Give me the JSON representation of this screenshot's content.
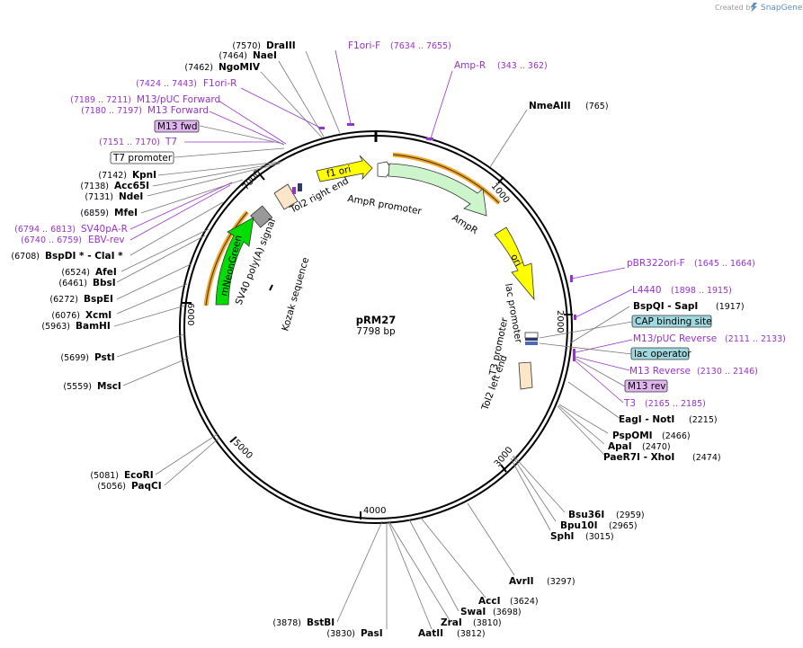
{
  "credit": {
    "text": "Created by",
    "brand": "SnapGene"
  },
  "plasmid": {
    "name": "pRM27",
    "length_label": "7798 bp",
    "length": 7798
  },
  "tick_labels": [
    "1000",
    "2000",
    "3000",
    "4000",
    "5000",
    "6000",
    "7000"
  ],
  "features": [
    {
      "label": "f1 ori",
      "color": "#ffff00"
    },
    {
      "label": "AmpR",
      "color": "#ccf5cc"
    },
    {
      "label": "AmpR promoter",
      "color": "#ffffff"
    },
    {
      "label": "ori",
      "color": "#ffff00"
    },
    {
      "label": "lac promoter",
      "color": "#ffffff"
    },
    {
      "label": "T3 promoter",
      "color": "#ffffff"
    },
    {
      "label": "Tol2 left end",
      "color": "#fde6c8"
    },
    {
      "label": "Tol2 right end",
      "color": "#fde6c8"
    },
    {
      "label": "SV40 poly(A) signal",
      "color": "#999999"
    },
    {
      "label": "mNeonGreen",
      "color": "#00dd00"
    },
    {
      "label": "Kozak sequence",
      "color": "#000000"
    }
  ],
  "enzymes": [
    {
      "pos": "(7570)",
      "name": "DraIII"
    },
    {
      "pos": "(7464)",
      "name": "NaeI"
    },
    {
      "pos": "(7462)",
      "name": "NgoMIV"
    },
    {
      "pos": "(7142)",
      "name": "KpnI"
    },
    {
      "pos": "(7138)",
      "name": "Acc65I"
    },
    {
      "pos": "(7131)",
      "name": "NdeI"
    },
    {
      "pos": "(6859)",
      "name": "MfeI"
    },
    {
      "pos": "(6708)",
      "name": "BspDI * - ClaI *"
    },
    {
      "pos": "(6524)",
      "name": "AfeI"
    },
    {
      "pos": "(6461)",
      "name": "BbsI"
    },
    {
      "pos": "(6272)",
      "name": "BspEI"
    },
    {
      "pos": "(6076)",
      "name": "XcmI"
    },
    {
      "pos": "(5963)",
      "name": "BamHI"
    },
    {
      "pos": "(5699)",
      "name": "PstI"
    },
    {
      "pos": "(5559)",
      "name": "MscI"
    },
    {
      "pos": "(5081)",
      "name": "EcoRI"
    },
    {
      "pos": "(5056)",
      "name": "PaqCI"
    },
    {
      "pos": "(3878)",
      "name": "BstBI"
    },
    {
      "pos": "(3830)",
      "name": "PasI"
    },
    {
      "pos": "(3812)",
      "name": "AatII"
    },
    {
      "pos": "(3810)",
      "name": "ZraI"
    },
    {
      "pos": "(3698)",
      "name": "SwaI"
    },
    {
      "pos": "(3624)",
      "name": "AccI"
    },
    {
      "pos": "(3297)",
      "name": "AvrII"
    },
    {
      "pos": "(3015)",
      "name": "SphI"
    },
    {
      "pos": "(2965)",
      "name": "Bpu10I"
    },
    {
      "pos": "(2959)",
      "name": "Bsu36I"
    },
    {
      "pos": "(2474)",
      "name": "PaeR7I - XhoI"
    },
    {
      "pos": "(2470)",
      "name": "ApaI"
    },
    {
      "pos": "(2466)",
      "name": "PspOMI"
    },
    {
      "pos": "(2215)",
      "name": "EagI - NotI"
    },
    {
      "pos": "(1917)",
      "name": "BspQI - SapI"
    },
    {
      "pos": "(765)",
      "name": "NmeAIII"
    }
  ],
  "primers": [
    {
      "name": "F1ori-F",
      "range": "(7634 .. 7655)"
    },
    {
      "name": "Amp-R",
      "range": "(343 .. 362)"
    },
    {
      "name": "F1ori-R",
      "range": "(7424 .. 7443)"
    },
    {
      "name": "M13/pUC Forward",
      "range": "(7189 .. 7211)"
    },
    {
      "name": "M13 Forward",
      "range": "(7180 .. 7197)"
    },
    {
      "name": "T7",
      "range": "(7151 .. 7170)"
    },
    {
      "name": "SV40pA-R",
      "range": "(6794 .. 6813)"
    },
    {
      "name": "EBV-rev",
      "range": "(6740 .. 6759)"
    },
    {
      "name": "pBR322ori-F",
      "range": "(1645 .. 1664)"
    },
    {
      "name": "L4440",
      "range": "(1898 .. 1915)"
    },
    {
      "name": "M13/pUC Reverse",
      "range": "(2111 .. 2133)"
    },
    {
      "name": "M13 Reverse",
      "range": "(2130 .. 2146)"
    },
    {
      "name": "T3",
      "range": "(2165 .. 2185)"
    }
  ],
  "boxed_labels": [
    {
      "text": "M13 fwd",
      "style": "primer"
    },
    {
      "text": "T7 promoter",
      "style": "plain"
    },
    {
      "text": "CAP binding site",
      "style": "blue"
    },
    {
      "text": "lac operator",
      "style": "blue"
    },
    {
      "text": "M13 rev",
      "style": "primer"
    }
  ],
  "colors": {
    "primer": "#9932CC",
    "primer_box": "#e0b5f0",
    "blue_box": "#a0d8e0",
    "backbone": "#000000"
  }
}
